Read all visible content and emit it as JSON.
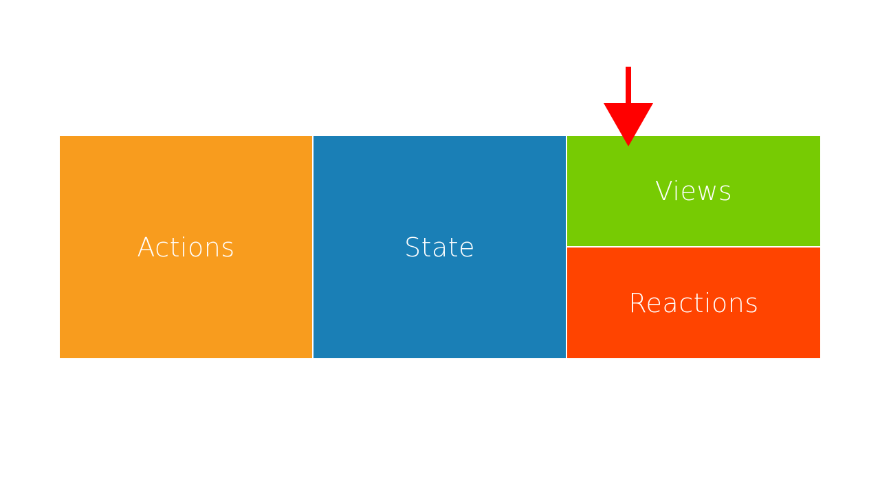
{
  "blocks": {
    "actions": {
      "label": "Actions",
      "color": "#F89C1E"
    },
    "state": {
      "label": "State",
      "color": "#1A7FB6"
    },
    "views": {
      "label": "Views",
      "color": "#77CB03"
    },
    "reactions": {
      "label": "Reactions",
      "color": "#FF4400"
    }
  },
  "indicator": {
    "icon": "down-arrow-icon",
    "color": "#FF0000",
    "points_to": "views"
  }
}
